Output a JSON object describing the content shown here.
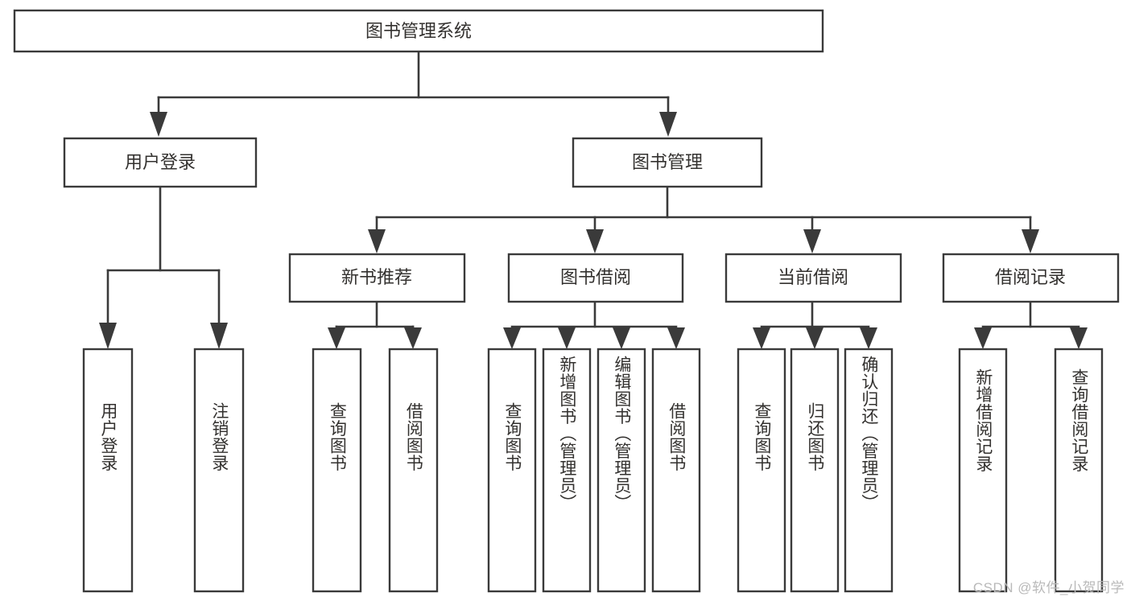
{
  "diagram": {
    "title": "图书管理系统",
    "type": "tree-hierarchy",
    "stroke_color": "#3a3a3a",
    "text_color": "#33312f",
    "background_color": "#ffffff",
    "root": {
      "label": "图书管理系统"
    },
    "level1": [
      {
        "label": "用户登录"
      },
      {
        "label": "图书管理"
      }
    ],
    "level2": [
      {
        "label": "新书推荐"
      },
      {
        "label": "图书借阅"
      },
      {
        "label": "当前借阅"
      },
      {
        "label": "借阅记录"
      }
    ],
    "leaves": {
      "user_login": [
        {
          "label": "用户登录"
        },
        {
          "label": "注销登录"
        }
      ],
      "new_book_recommend": [
        {
          "label": "查询图书"
        },
        {
          "label": "借阅图书"
        }
      ],
      "book_borrow": [
        {
          "label": "查询图书"
        },
        {
          "label": "新增图书（管理员）"
        },
        {
          "label": "编辑图书（管理员）"
        },
        {
          "label": "借阅图书"
        }
      ],
      "current_borrow": [
        {
          "label": "查询图书"
        },
        {
          "label": "归还图书"
        },
        {
          "label": "确认归还（管理员）"
        }
      ],
      "borrow_record": [
        {
          "label": "新增借阅记录"
        },
        {
          "label": "查询借阅记录"
        }
      ]
    }
  },
  "watermark": {
    "text": "CSDN @软件_小贺同学"
  }
}
